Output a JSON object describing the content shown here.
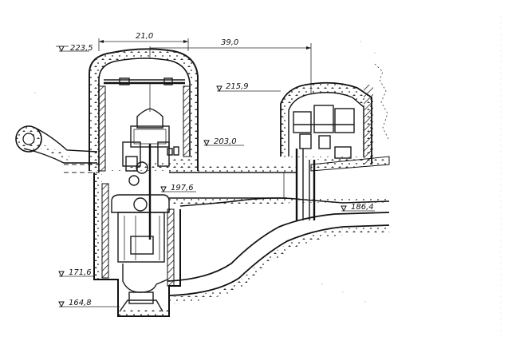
{
  "dimensions": {
    "width_a": "21,0",
    "width_b": "39,0"
  },
  "elevations": {
    "top_vault": "223,5",
    "upper_hall": "215,9",
    "machine_floor": "203,0",
    "turbine_axis": "197,6",
    "tailwater": "186,4",
    "draft_tube": "171,6",
    "foundation": "164,8"
  },
  "colors": {
    "ink": "#1a1a1a",
    "background": "#ffffff"
  }
}
